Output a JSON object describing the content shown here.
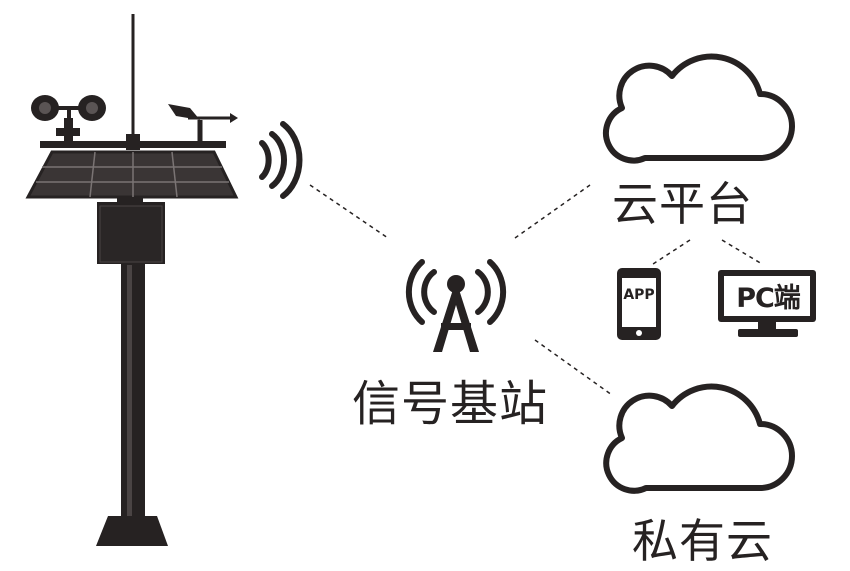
{
  "labels": {
    "base_station": "信号基站",
    "cloud_platform": "云平台",
    "private_cloud": "私有云",
    "app": "APP",
    "pc": "PC端"
  },
  "colors": {
    "ink": "#262222",
    "panel": "#3a3535",
    "background": "#ffffff"
  },
  "icons": [
    "weather-station-icon",
    "wifi-signal-icon",
    "cell-tower-icon",
    "cloud-icon",
    "phone-icon",
    "monitor-icon"
  ]
}
